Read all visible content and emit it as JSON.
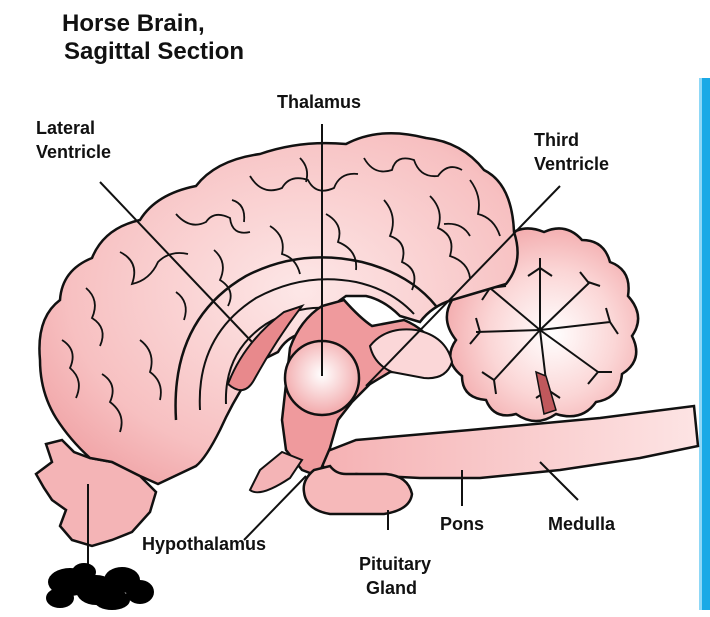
{
  "title": {
    "line1": "Horse Brain,",
    "line2": "Sagittal Section"
  },
  "labels": {
    "thalamus": "Thalamus",
    "lateral_ventricle": [
      "Lateral",
      "Ventricle"
    ],
    "third_ventricle": [
      "Third",
      "Ventricle"
    ],
    "hypothalamus": "Hypothalamus",
    "pituitary_gland": [
      "Pituitary",
      "Gland"
    ],
    "pons": "Pons",
    "medulla": "Medulla"
  },
  "colors": {
    "brain_fill": "#f5b7b8",
    "brain_fill_light": "#fde4e4",
    "brain_fill_dark": "#e8898c",
    "outline": "#111111",
    "edge_strip": "#1aa9e6"
  },
  "scribble_redaction": "scribble-mark"
}
